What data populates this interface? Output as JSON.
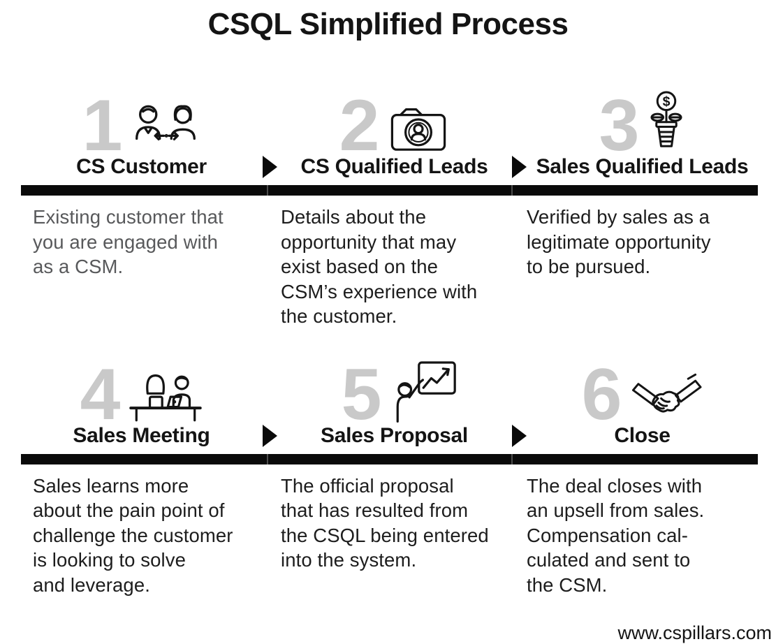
{
  "page": {
    "title": "CSQL Simplified Process",
    "footer_url": "www.cspillars.com"
  },
  "colors": {
    "background": "#ffffff",
    "step_number": "#c9c9c9",
    "divider_bar": "#0a0a0a",
    "heading_text": "#141414",
    "body_text": "#1d1d1d",
    "muted_body_text": "#58595b"
  },
  "steps": [
    {
      "number": "1",
      "icon": "customers-exchange-icon",
      "title": "CS Customer",
      "description": "Existing customer that\nyou are engaged with\nas a CSM."
    },
    {
      "number": "2",
      "icon": "lead-folder-icon",
      "title": "CS Qualified Leads",
      "description": "Details about the\nopportunity that may\nexist based on the\nCSM’s experience with\nthe customer."
    },
    {
      "number": "3",
      "icon": "money-plant-icon",
      "icon_glyph": "$",
      "title": "Sales Qualified Leads",
      "description": "Verified by sales as a\nlegitimate opportunity\nto be pursued."
    },
    {
      "number": "4",
      "icon": "meeting-icon",
      "title": "Sales Meeting",
      "description": "Sales learns more\nabout the pain point of\nchallenge the customer\nis looking to solve\nand leverage."
    },
    {
      "number": "5",
      "icon": "presentation-chart-icon",
      "title": "Sales Proposal",
      "description": "The official proposal\nthat has resulted from\nthe CSQL being entered\ninto the system."
    },
    {
      "number": "6",
      "icon": "handshake-icon",
      "title": "Close",
      "description": "The deal closes with\nan upsell from sales.\nCompensation cal-\nculated and sent to\nthe CSM."
    }
  ]
}
